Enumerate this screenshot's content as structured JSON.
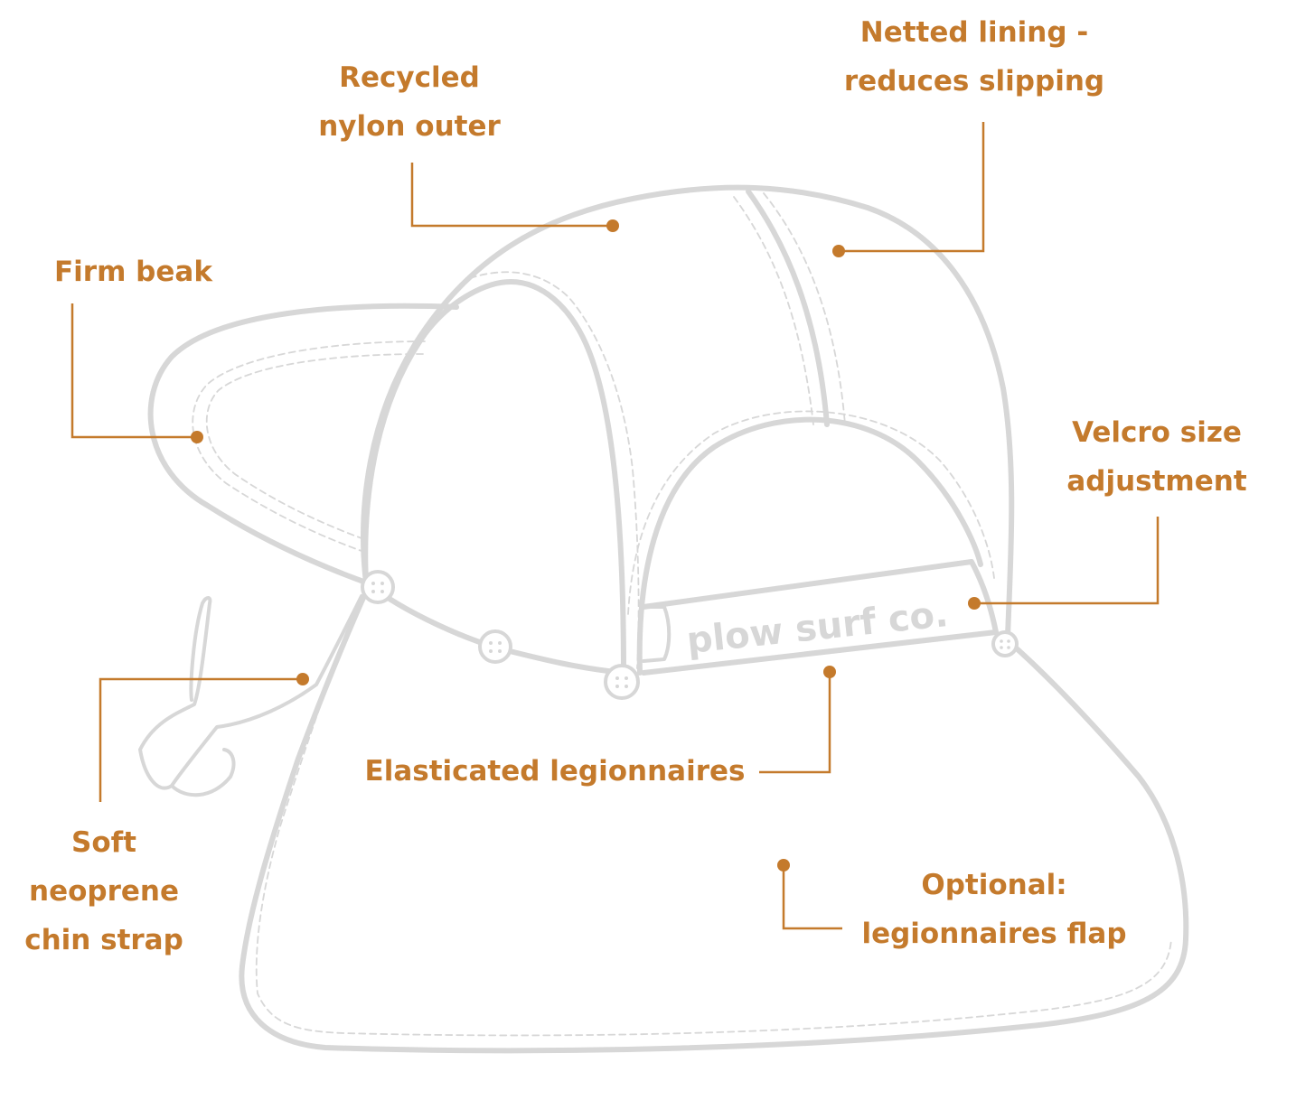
{
  "colors": {
    "accent": "#c47a2c",
    "outline": "#d7d7d7",
    "background": "#ffffff"
  },
  "hat": {
    "band_text": "plow surf co."
  },
  "callouts": [
    {
      "id": "recycled-nylon-outer",
      "lines": [
        "Recycled",
        "nylon outer"
      ]
    },
    {
      "id": "netted-lining",
      "lines": [
        "Netted lining -",
        "reduces slipping"
      ]
    },
    {
      "id": "firm-beak",
      "lines": [
        "Firm beak"
      ]
    },
    {
      "id": "velcro-size-adjustment",
      "lines": [
        "Velcro size",
        "adjustment"
      ]
    },
    {
      "id": "elasticated-legionnaires",
      "lines": [
        "Elasticated legionnaires"
      ]
    },
    {
      "id": "soft-neoprene-chin-strap",
      "lines": [
        "Soft",
        "neoprene",
        "chin strap"
      ]
    },
    {
      "id": "optional-legionnaires-flap",
      "lines": [
        "Optional:",
        "legionnaires flap"
      ]
    }
  ]
}
